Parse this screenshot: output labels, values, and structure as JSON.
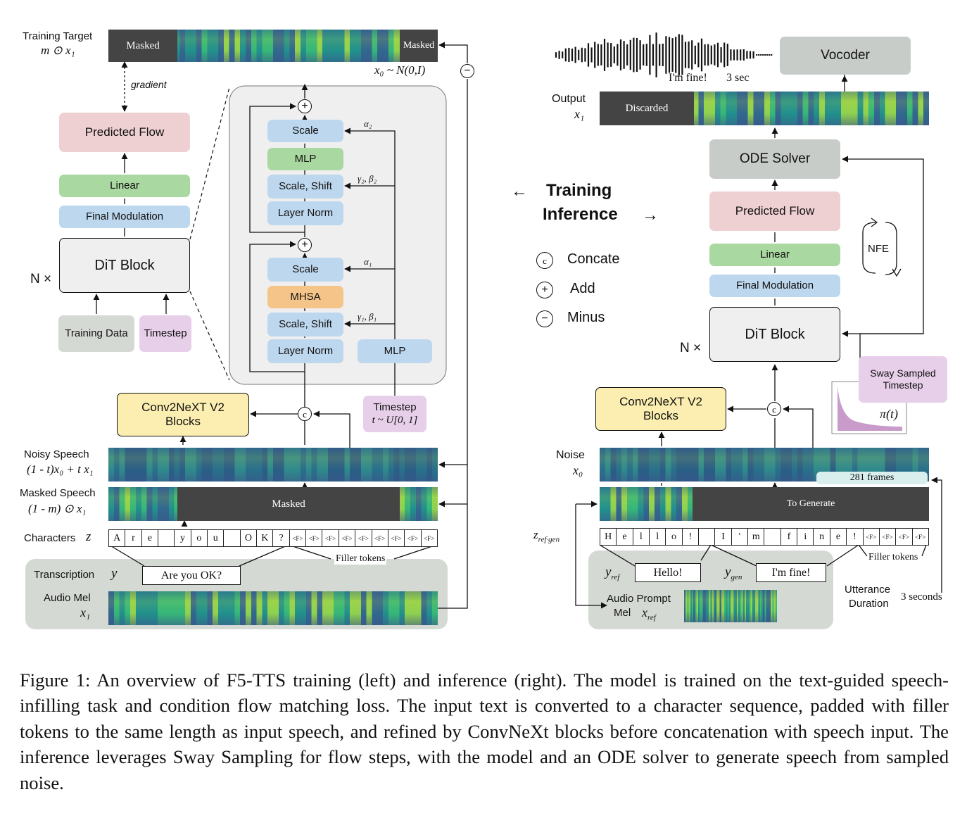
{
  "colors": {
    "blue": "#bdd7ee",
    "green": "#a9d8a0",
    "pink": "#efd0d2",
    "gray_box": "#d5d9d4",
    "lilac": "#e7cfea",
    "yellow": "#fbeeb0",
    "orange": "#f5c488",
    "panel": "#efefef",
    "band": "#444444",
    "vocoder": "#c8ccc8"
  },
  "training": {
    "training_target": "Training Target",
    "target_expr": "m ⊙ x₁",
    "masked_left": "Masked",
    "masked_right": "Masked",
    "gradient": "gradient",
    "noise_expr": "x₀ ~ N(0,I)",
    "predicted_flow": "Predicted Flow",
    "linear": "Linear",
    "final_modulation": "Final Modulation",
    "dit_block": "DiT Block",
    "n_times": "N ×",
    "training_data": "Training Data",
    "timestep": "Timestep",
    "conv_blocks": "Conv2NeXT V2 Blocks",
    "timestep_sample_label": "Timestep",
    "timestep_sample_expr": "t ~ U[0, 1]",
    "noisy_speech": "Noisy Speech",
    "noisy_expr": "(1 - t)x₀ + t x₁",
    "masked_speech": "Masked Speech",
    "masked_expr": "(1 - m) ⊙ x₁",
    "masked_band": "Masked",
    "characters": "Characters",
    "characters_sym": "z",
    "chars": [
      "A",
      "r",
      "e",
      "",
      "y",
      "o",
      "u",
      "",
      "O",
      "K",
      "?",
      "<F>",
      "<F>",
      "<F>",
      "<F>",
      "<F>",
      "<F>",
      "<F>",
      "<F>",
      "<F>"
    ],
    "filler_tokens": "Filler tokens",
    "transcription": "Transcription",
    "transcription_sym": "y",
    "transcription_text": "Are you OK?",
    "audio_mel": "Audio Mel",
    "audio_mel_sym": "x₁"
  },
  "dit_detail": {
    "scale": "Scale",
    "mlp": "MLP",
    "scale_shift": "Scale, Shift",
    "layer_norm": "Layer Norm",
    "mhsa": "MHSA",
    "mlp_timestep": "MLP",
    "alpha2": "α₂",
    "gamma2_beta2": "γ₂, β₂",
    "alpha1": "α₁",
    "gamma1_beta1": "γ₁, β₁"
  },
  "legend": {
    "training": "Training",
    "inference": "Inference",
    "left_arrow": "←",
    "right_arrow": "→",
    "concat_sym": "c",
    "concat": "Concate",
    "add_sym": "+",
    "add": "Add",
    "minus_sym": "−",
    "minus": "Minus"
  },
  "inference": {
    "waveform_caption": "I'm fine!",
    "waveform_duration": "3 sec",
    "vocoder": "Vocoder",
    "output": "Output",
    "output_sym": "x₁",
    "discarded": "Discarded",
    "ode_solver": "ODE Solver",
    "predicted_flow": "Predicted Flow",
    "linear": "Linear",
    "final_modulation": "Final Modulation",
    "dit_block": "DiT Block",
    "n_times": "N ×",
    "nfe": "NFE",
    "sway": "Sway Sampled Timestep",
    "pi_t": "π(t)",
    "conv_blocks": "Conv2NeXT V2 Blocks",
    "noise": "Noise",
    "noise_sym": "x₀",
    "frames": "281 frames",
    "to_generate": "To Generate",
    "z_label": "z",
    "z_sub": "ref·gen",
    "chars": [
      "H",
      "e",
      "l",
      "l",
      "o",
      "!",
      "",
      "I",
      "'",
      "m",
      "",
      "f",
      "i",
      "n",
      "e",
      "!",
      "<F>",
      "<F>",
      "<F>",
      "<F>"
    ],
    "filler_tokens": "Filler tokens",
    "y_ref_sym": "y",
    "y_ref_sub": "ref",
    "y_ref_text": "Hello!",
    "y_gen_sym": "y",
    "y_gen_sub": "gen",
    "y_gen_text": "I'm fine!",
    "audio_prompt": "Audio Prompt",
    "mel": "Mel",
    "x_ref_sym": "x",
    "x_ref_sub": "ref",
    "utterance": "Utterance",
    "duration": "Duration",
    "three_seconds": "3 seconds"
  },
  "caption": "Figure 1: An overview of F5-TTS training (left) and inference (right). The model is trained on the text-guided speech-infilling task and condition flow matching loss. The input text is converted to a character sequence, padded with filler tokens to the same length as input speech, and refined by ConvNeXt blocks before concatenation with speech input. The inference leverages Sway Sampling for flow steps, with the model and an ODE solver to generate speech from sampled noise."
}
